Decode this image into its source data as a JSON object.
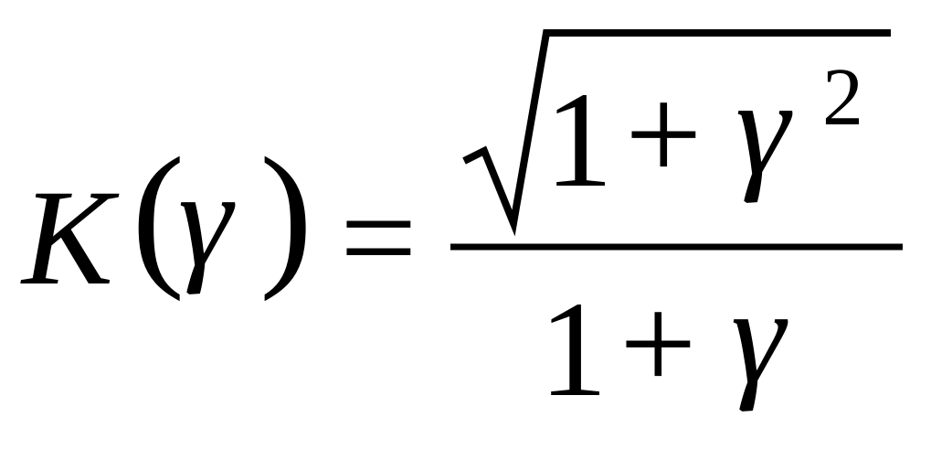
{
  "formula": {
    "lhs": {
      "func": "K",
      "open_paren": "(",
      "arg": "γ",
      "close_paren": ")"
    },
    "equals": "=",
    "numerator": {
      "one": "1",
      "plus": "+",
      "var": "γ",
      "exponent": "2"
    },
    "denominator": {
      "one": "1",
      "plus": "+",
      "var": "γ"
    }
  },
  "colors": {
    "ink": "#000000",
    "background": "#ffffff"
  }
}
